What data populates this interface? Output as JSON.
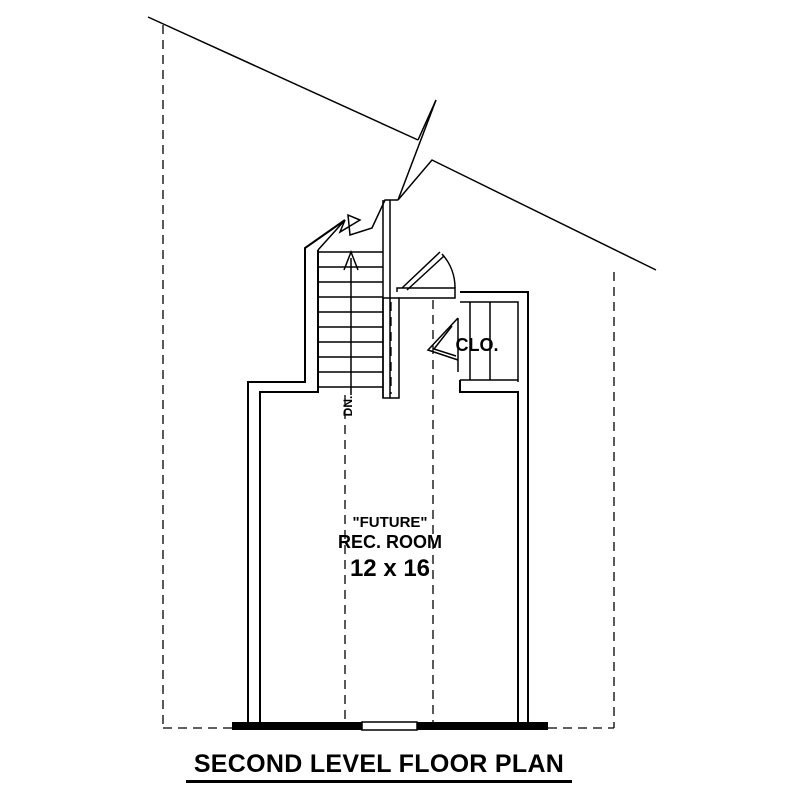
{
  "plan": {
    "title": "SECOND LEVEL FLOOR PLAN",
    "room": {
      "note": "\"FUTURE\"",
      "name": "REC. ROOM",
      "size": "12 x 16"
    },
    "closet_label": "CLO.",
    "stair_label": "DN."
  }
}
